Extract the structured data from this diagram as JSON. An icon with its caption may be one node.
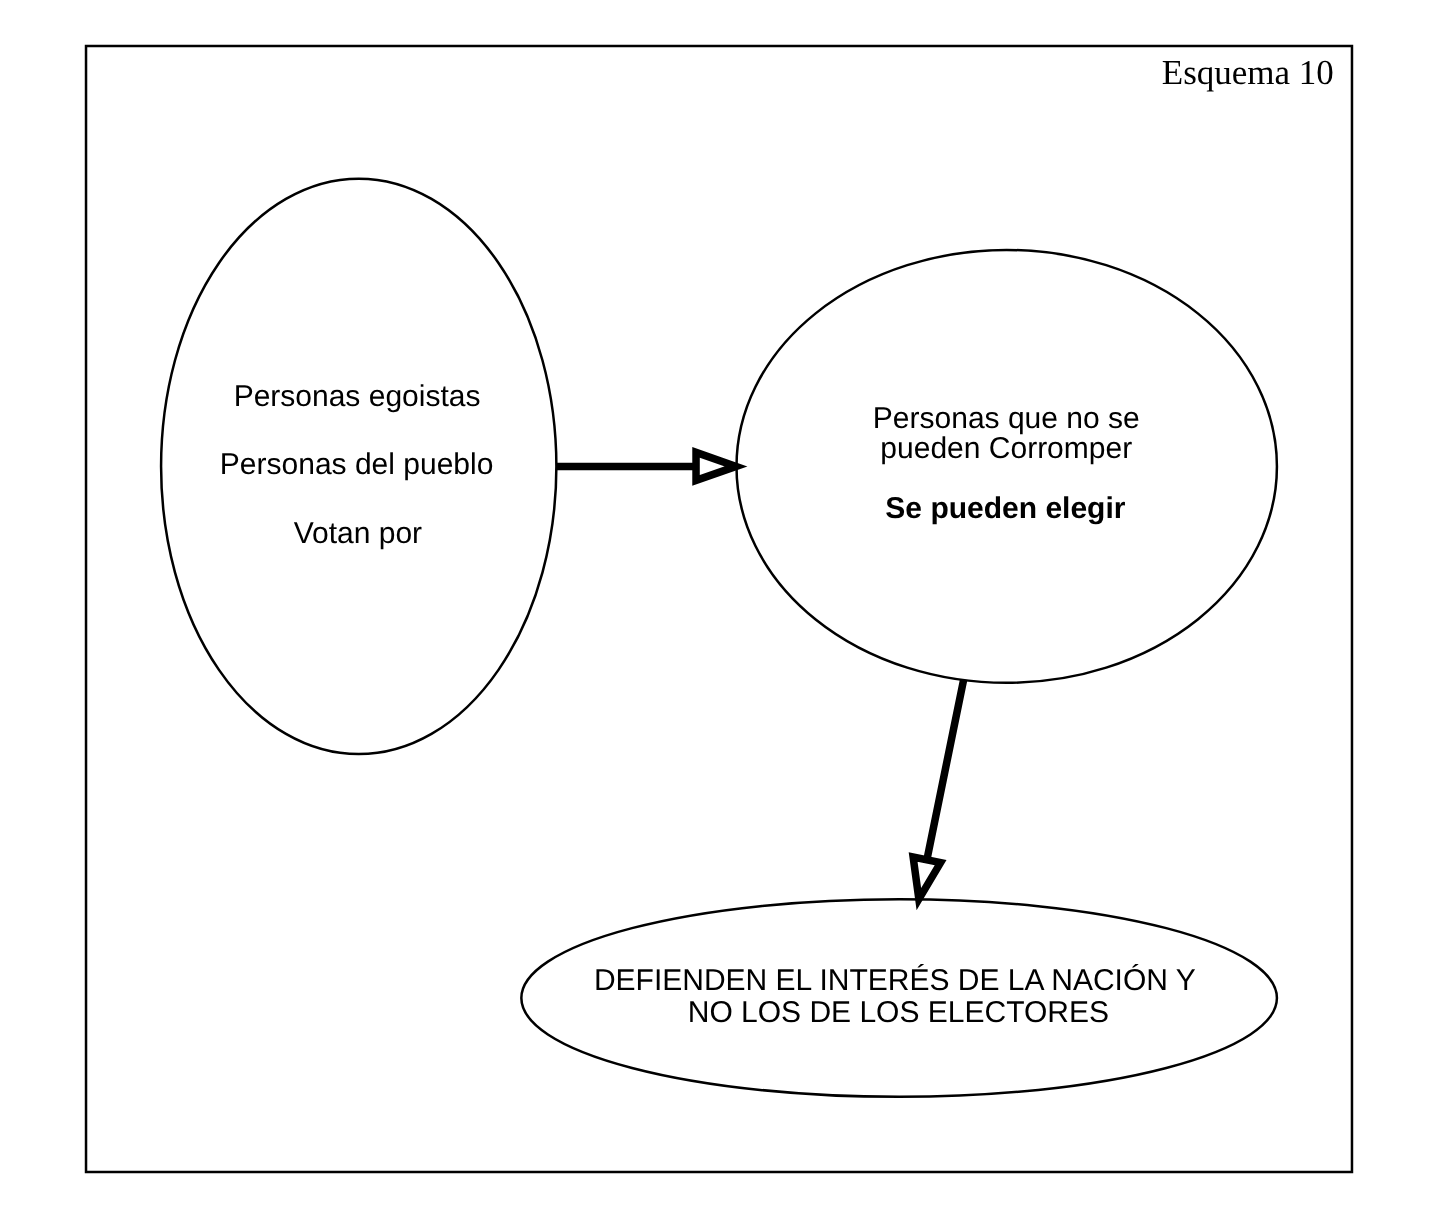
{
  "diagram": {
    "nodes": [
      {
        "text": [
          "Esquema 10"
        ]
      },
      {
        "text": [
          "Personas egoistas",
          "Personas del pueblo",
          "Votan por"
        ],
        "in": 0
      },
      {
        "text": [
          "Personas que no se pueden Corromper",
          "Se pueden elegir"
        ],
        "in": 0
      },
      {
        "text": [
          "DEFIENDEN EL INTERÉS DE LA NACIÓN Y NO LOS DE LOS ELECTORES"
        ],
        "in": 0
      }
    ],
    "edges": [
      {
        "from": 1,
        "to": 2,
        "arrow": "to"
      },
      {
        "from": 2,
        "to": 3,
        "arrow": "to"
      }
    ]
  }
}
